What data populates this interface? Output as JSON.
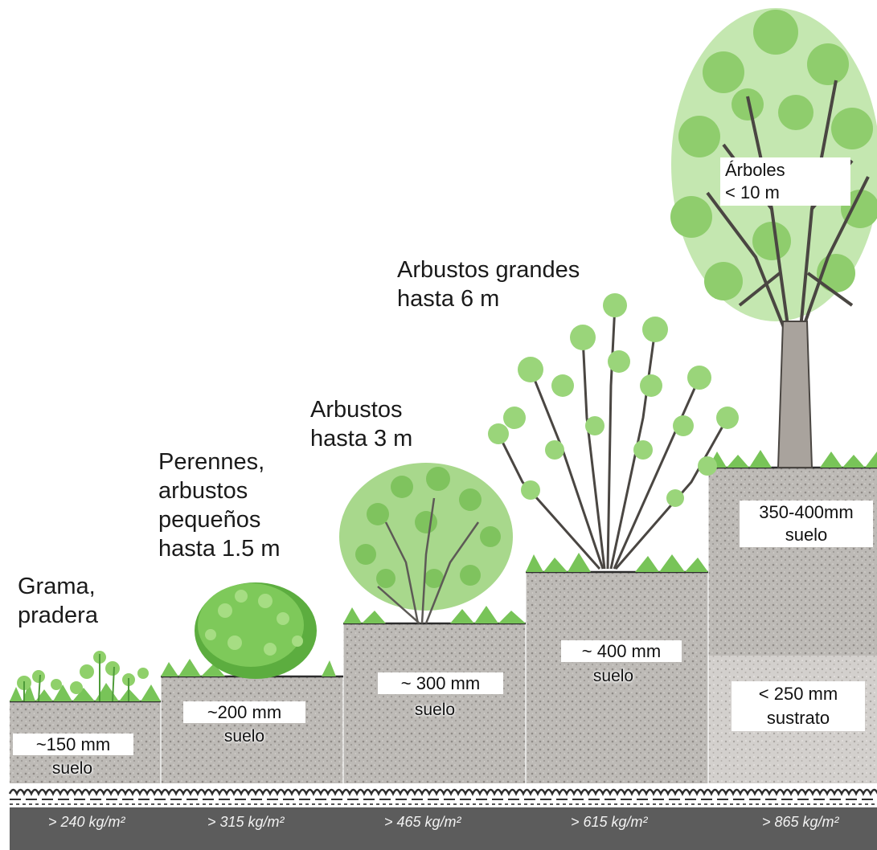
{
  "steps": [
    {
      "label_lines": [
        "Grama,",
        "pradera"
      ],
      "soil_line1": "~150 mm",
      "soil_line2": "suelo",
      "load": "> 240 kg/m²"
    },
    {
      "label_lines": [
        "Perennes,",
        "arbustos",
        "pequeños",
        "hasta 1.5 m"
      ],
      "soil_line1": "~200 mm",
      "soil_line2": "suelo",
      "load": "> 315 kg/m²"
    },
    {
      "label_lines": [
        "Arbustos",
        "hasta 3 m"
      ],
      "soil_line1": "~ 300 mm",
      "soil_line2": "suelo",
      "load": "> 465 kg/m²"
    },
    {
      "label_lines": [
        "Arbustos grandes",
        "hasta 6 m"
      ],
      "soil_line1": "~ 400 mm",
      "soil_line2": "suelo",
      "load": "> 615 kg/m²"
    },
    {
      "label_lines": [
        "Árboles",
        "< 10 m"
      ],
      "soil_line1": "350-400mm",
      "soil_line2": "suelo",
      "substrate_line1": "< 250 mm",
      "substrate_line2": "sustrato",
      "load": "> 865 kg/m²"
    }
  ],
  "colors": {
    "soil": "#b9b6b3",
    "grass": "#6fbf4a",
    "foliage": "#8ccc66",
    "foliage_dark": "#3f8f2e",
    "trunk": "#6b6560",
    "base_band": "#5a5a5a",
    "drainage": "#3a3a3a"
  }
}
